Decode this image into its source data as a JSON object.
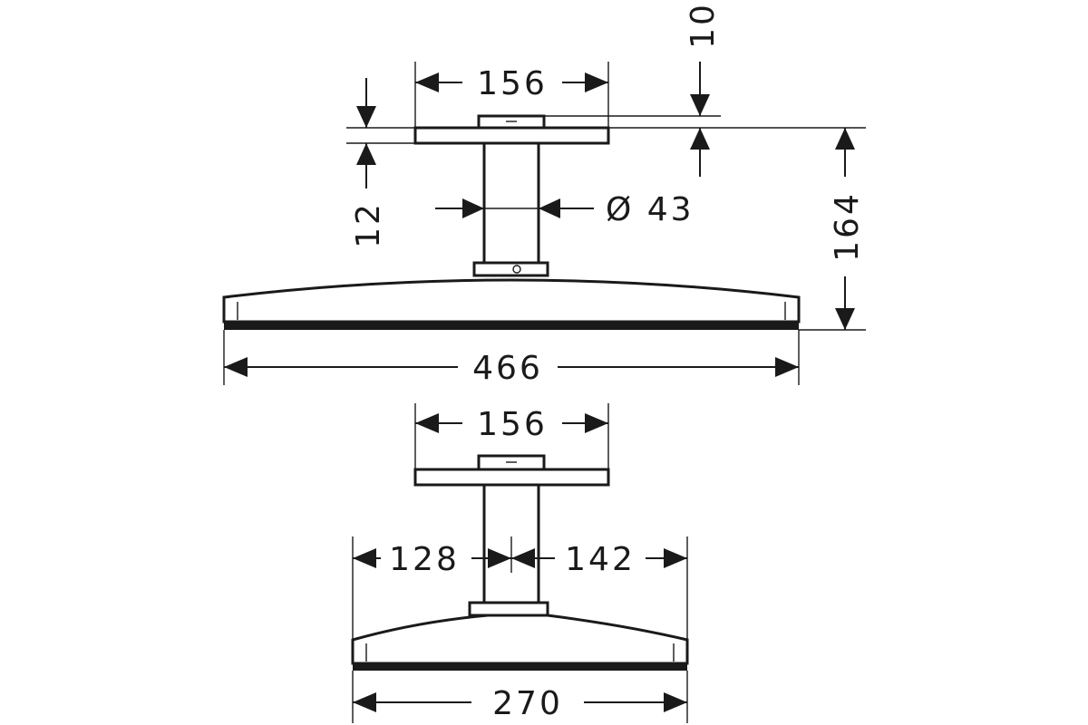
{
  "top_view": {
    "plate_width": "156",
    "plate_thickness": "10",
    "plate_gap": "12",
    "stem_diameter": "Ø 43",
    "total_height": "164",
    "head_width": "466"
  },
  "bottom_view": {
    "plate_width": "156",
    "left_offset": "128",
    "right_offset": "142",
    "head_depth": "270"
  }
}
